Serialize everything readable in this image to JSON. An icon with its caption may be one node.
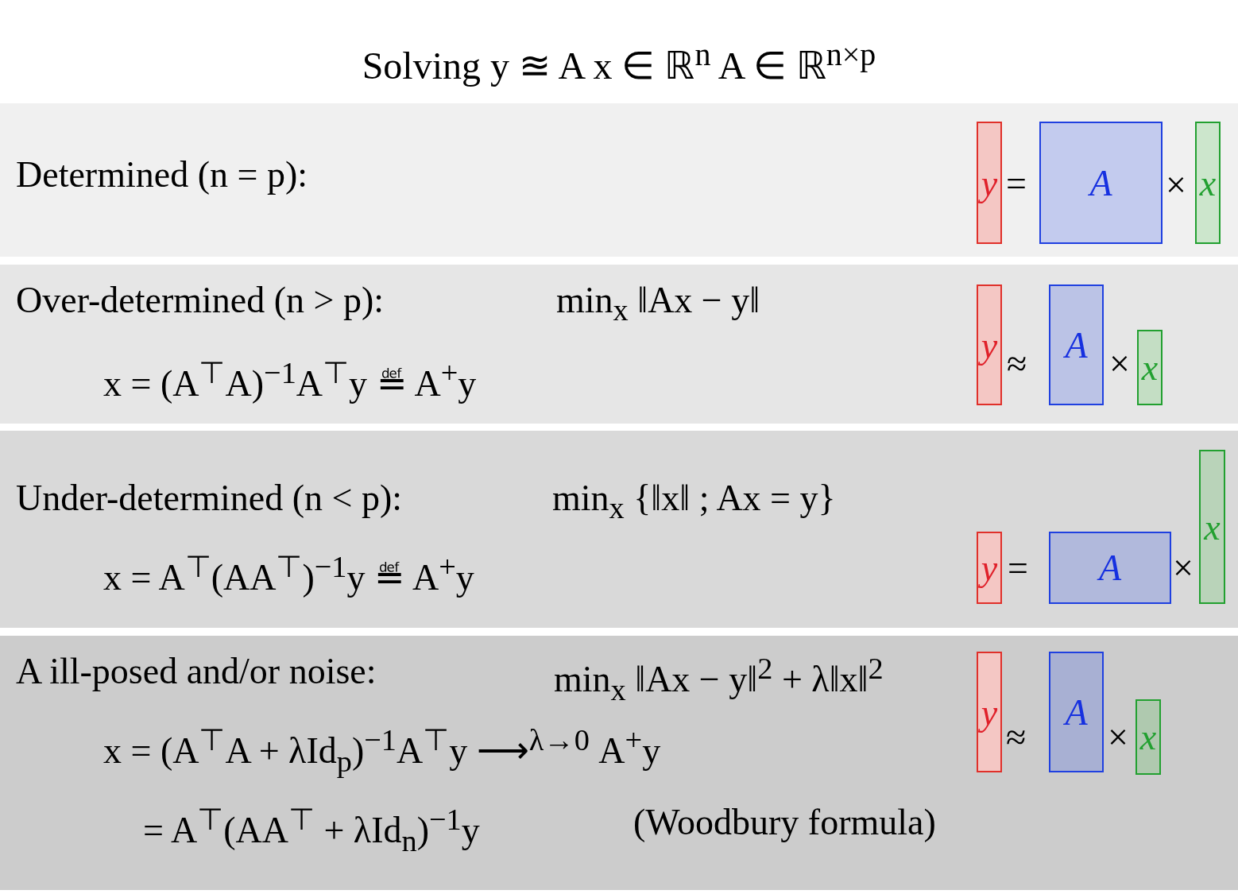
{
  "diagram": {
    "title": "Solving y ≊ A x ∈ ℝ$^{n}$     A ∈ ℝ$^{n×p}$",
    "nodes": [
      {
        "text": [
          "Determined (n = p):"
        ]
      },
      {
        "text": [
          "y"
        ],
        "in": 0
      },
      {
        "text": [
          "A"
        ],
        "in": 0
      },
      {
        "text": [
          "x"
        ],
        "in": 0
      },
      {
        "text": [
          "Over-determined (n > p):",
          "min$_{x}$ ‖Ax − y‖",
          "x = (A$^{⊤}$A)$^{−1}$A$^{⊤}$y ≝ A$^{+}$y"
        ]
      },
      {
        "text": [
          "y"
        ],
        "in": 4
      },
      {
        "text": [
          "A"
        ],
        "in": 4
      },
      {
        "text": [
          "x"
        ],
        "in": 4
      },
      {
        "text": [
          "Under-determined (n < p):",
          "min$_{x}$ {‖x‖ ; Ax = y}",
          "x = A$^{⊤}$(AA$^{⊤}$)$^{−1}$y ≝ A$^{+}$y"
        ]
      },
      {
        "text": [
          "y"
        ],
        "in": 8
      },
      {
        "text": [
          "A"
        ],
        "in": 8
      },
      {
        "text": [
          "x"
        ],
        "in": 8
      },
      {
        "text": [
          "A ill-posed and/or noise:",
          "min$_{x}$ ‖Ax − y‖$^{2}$ + λ‖x‖$^{2}$",
          "x = (A$^{⊤}$A + λId$_{p}$)$^{−1}$A$^{⊤}$y ⟶$^{λ→0}$ A$^{+}$y",
          "= A$^{⊤}$(AA$^{⊤}$ + λId$_{n}$)$^{−1}$y",
          "(Woodbury formula)"
        ]
      },
      {
        "text": [
          "y"
        ],
        "in": 12
      },
      {
        "text": [
          "A"
        ],
        "in": 12
      },
      {
        "text": [
          "x"
        ],
        "in": 12
      }
    ],
    "labels": [
      "=",
      "×",
      "≈",
      "×",
      "=",
      "×",
      "≈",
      "×"
    ]
  }
}
